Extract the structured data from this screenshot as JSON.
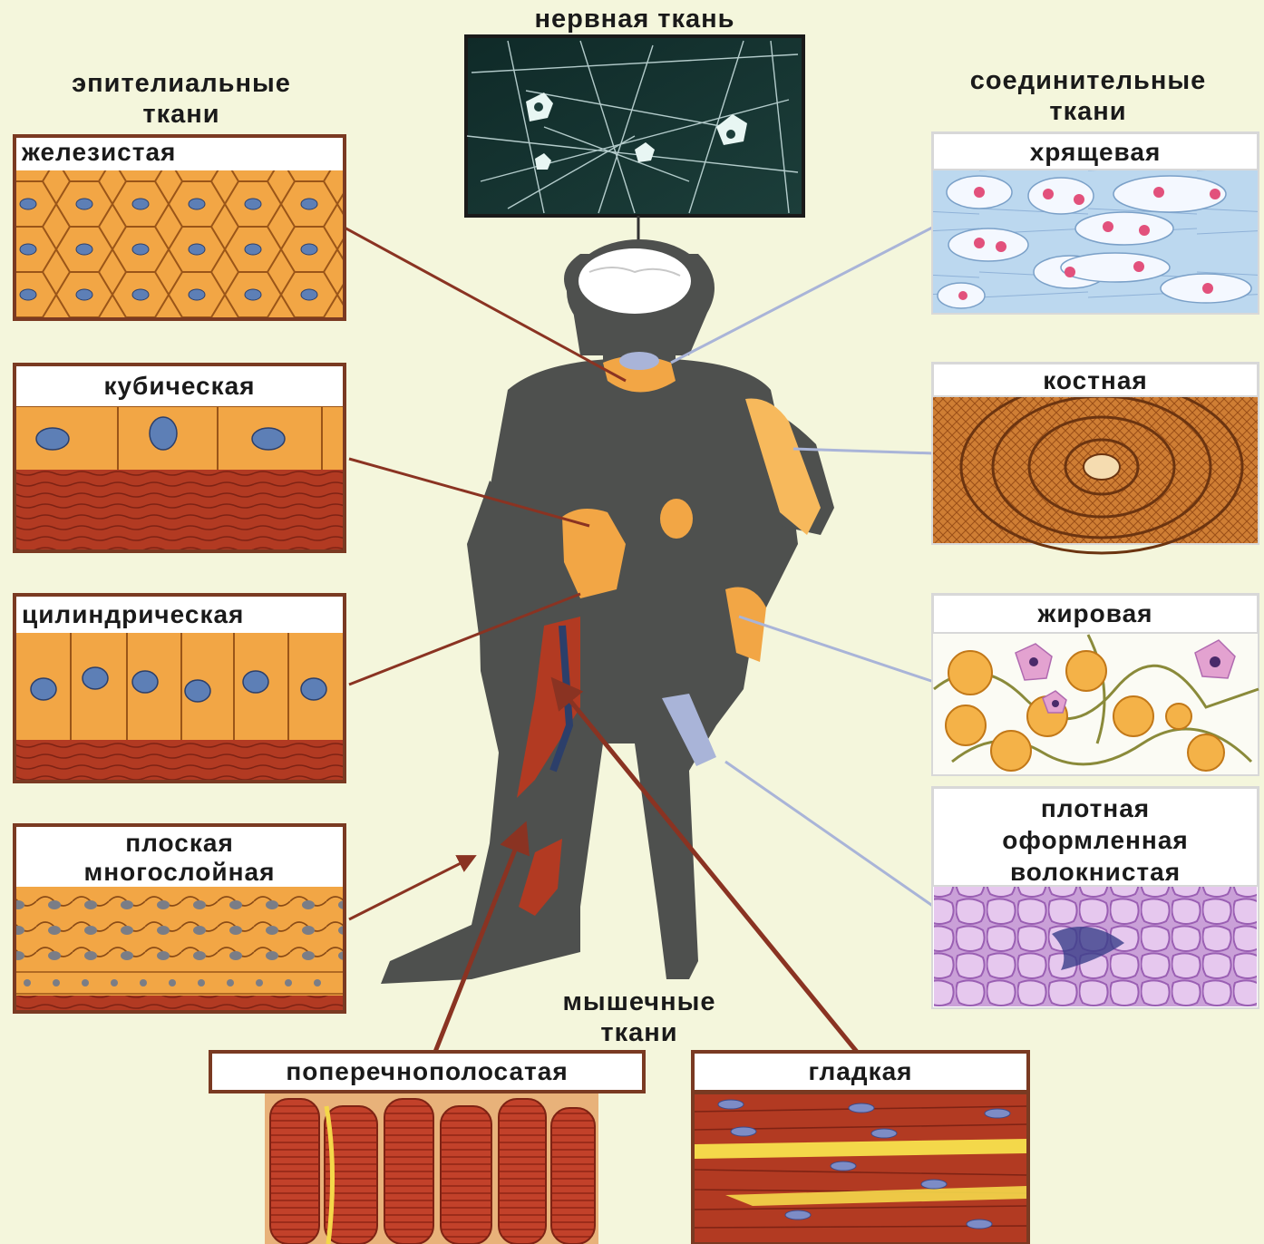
{
  "headings": {
    "epithelial": [
      "эпителиальные",
      "ткани"
    ],
    "nervous": "нервная ткань",
    "connective": [
      "соединительные",
      "ткани"
    ],
    "muscle": [
      "мышечные",
      "ткани"
    ]
  },
  "epithelial_tissues": {
    "glandular": "железистая",
    "cuboidal": "кубическая",
    "columnar": "цилиндрическая",
    "stratified_squamous": [
      "плоская",
      "многослойная"
    ]
  },
  "connective_tissues": {
    "cartilage": "хрящевая",
    "bone": "костная",
    "adipose": "жировая",
    "dense_regular_fibrous": [
      "плотная",
      "оформленная",
      "волокнистая"
    ]
  },
  "muscle_tissues": {
    "striated": "поперечнополосатая",
    "smooth": "гладкая"
  },
  "colors": {
    "background": "#f4f6dc",
    "label_border": "#7a3a22",
    "epithelium": "#f2a645",
    "nucleus": "#5d7fb6",
    "muscle": "#b23a22",
    "body": "#4e504e",
    "pointer_brown": "#8a3322",
    "pointer_blue": "#a9b4d8"
  },
  "icons": [
    "neuron-micrograph-icon",
    "human-figure-icon"
  ]
}
